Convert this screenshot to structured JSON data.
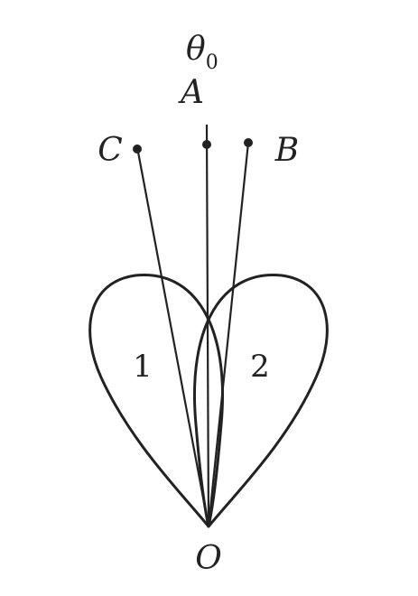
{
  "labels": {
    "theta": "θ",
    "theta_sub": "0",
    "A": "A",
    "B": "B",
    "C": "C",
    "O": "O",
    "lobe1": "1",
    "lobe2": "2"
  },
  "colors": {
    "ink": "#222222",
    "background": "#ffffff"
  }
}
